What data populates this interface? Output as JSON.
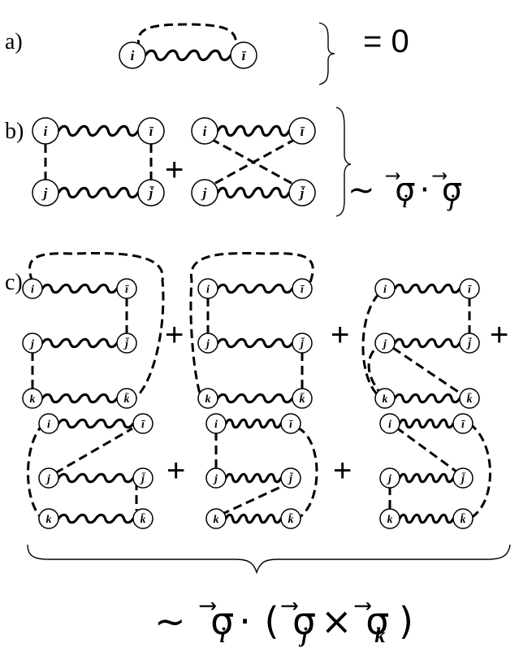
{
  "labels": {
    "a": "a)",
    "b": "b)",
    "c": "c)"
  },
  "nodes": {
    "i": "i",
    "ibar": "ī",
    "j": "j",
    "jbar": "j̄",
    "k": "k",
    "kbar": "k̄"
  },
  "operators": {
    "plus": "+",
    "tilde": "~"
  },
  "results": {
    "a": "= 0",
    "b": {
      "sigma": "σ",
      "arrow": "⃗",
      "dot": "·",
      "sub_i": "i",
      "sub_j": "j"
    },
    "c": {
      "sigma": "σ",
      "arrow": "⃗",
      "dot": "·",
      "open": "(",
      "cross": "×",
      "close": ")",
      "sub_i": "i",
      "sub_j": "j",
      "sub_k": "k"
    }
  }
}
